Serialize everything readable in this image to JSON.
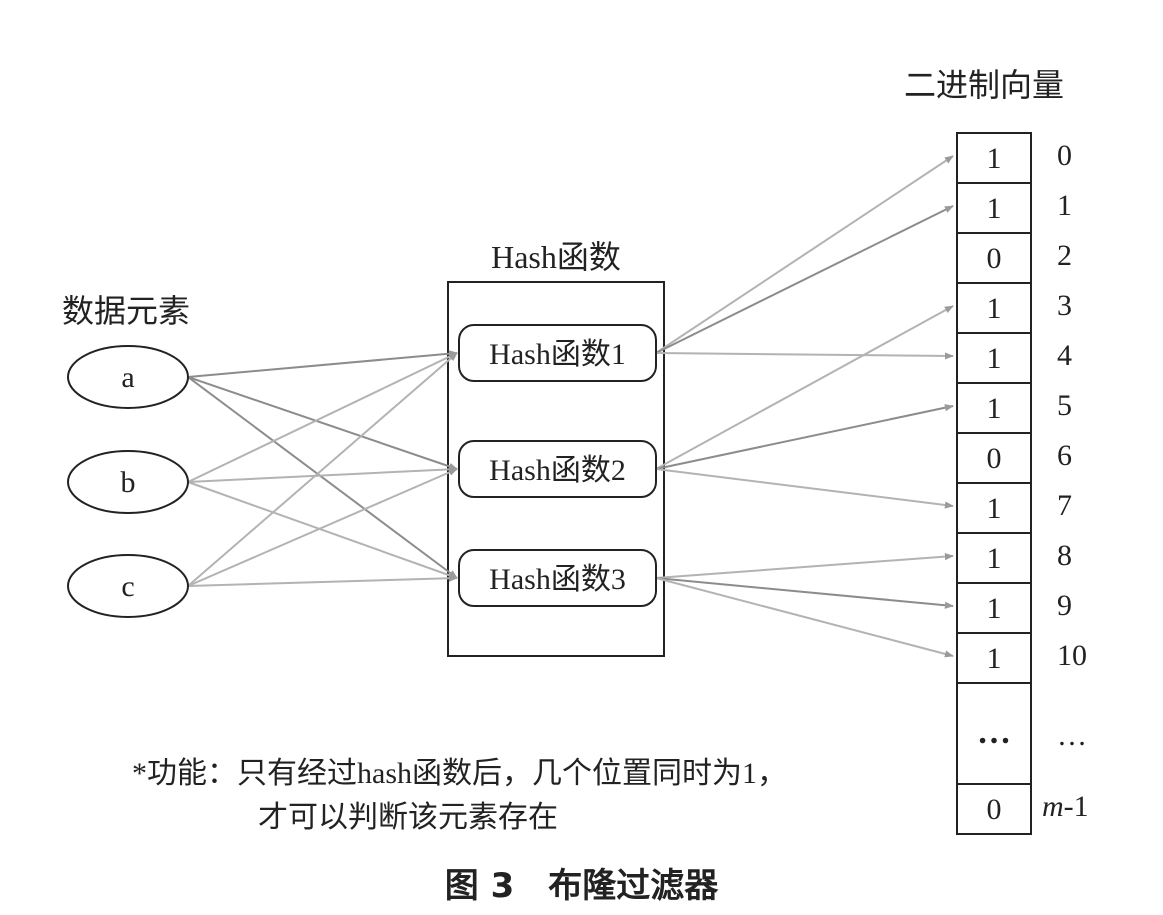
{
  "labels": {
    "data_elements_title": "数据元素",
    "hash_group_title": "Hash函数",
    "vector_title": "二进制向量"
  },
  "elements": [
    "a",
    "b",
    "c"
  ],
  "hash_functions": [
    "Hash函数1",
    "Hash函数2",
    "Hash函数3"
  ],
  "vector": {
    "bits": [
      "1",
      "1",
      "0",
      "1",
      "1",
      "1",
      "0",
      "1",
      "1",
      "1",
      "1",
      "…",
      "0"
    ],
    "indices": [
      "0",
      "1",
      "2",
      "3",
      "4",
      "5",
      "6",
      "7",
      "8",
      "9",
      "10",
      "…",
      "m-1"
    ],
    "last_index_var": "m",
    "last_index_suffix": "-1"
  },
  "edges_in": [
    {
      "from": 0,
      "to": 0
    },
    {
      "from": 0,
      "to": 1
    },
    {
      "from": 0,
      "to": 2
    },
    {
      "from": 1,
      "to": 0
    },
    {
      "from": 1,
      "to": 1
    },
    {
      "from": 1,
      "to": 2
    },
    {
      "from": 2,
      "to": 0
    },
    {
      "from": 2,
      "to": 1
    },
    {
      "from": 2,
      "to": 2
    }
  ],
  "edges_out": [
    {
      "from": 0,
      "to": 0
    },
    {
      "from": 0,
      "to": 1
    },
    {
      "from": 0,
      "to": 4
    },
    {
      "from": 1,
      "to": 3
    },
    {
      "from": 1,
      "to": 5
    },
    {
      "from": 1,
      "to": 7
    },
    {
      "from": 2,
      "to": 8
    },
    {
      "from": 2,
      "to": 9
    },
    {
      "from": 2,
      "to": 10
    }
  ],
  "note": {
    "line1": "*功能：只有经过hash函数后，几个位置同时为1，",
    "line2": "才可以判断该元素存在"
  },
  "caption": "图 3　布隆过滤器",
  "colors": {
    "edge_dark": "#8c8c8c",
    "edge_light": "#b3b3b3",
    "stroke": "#222222"
  }
}
